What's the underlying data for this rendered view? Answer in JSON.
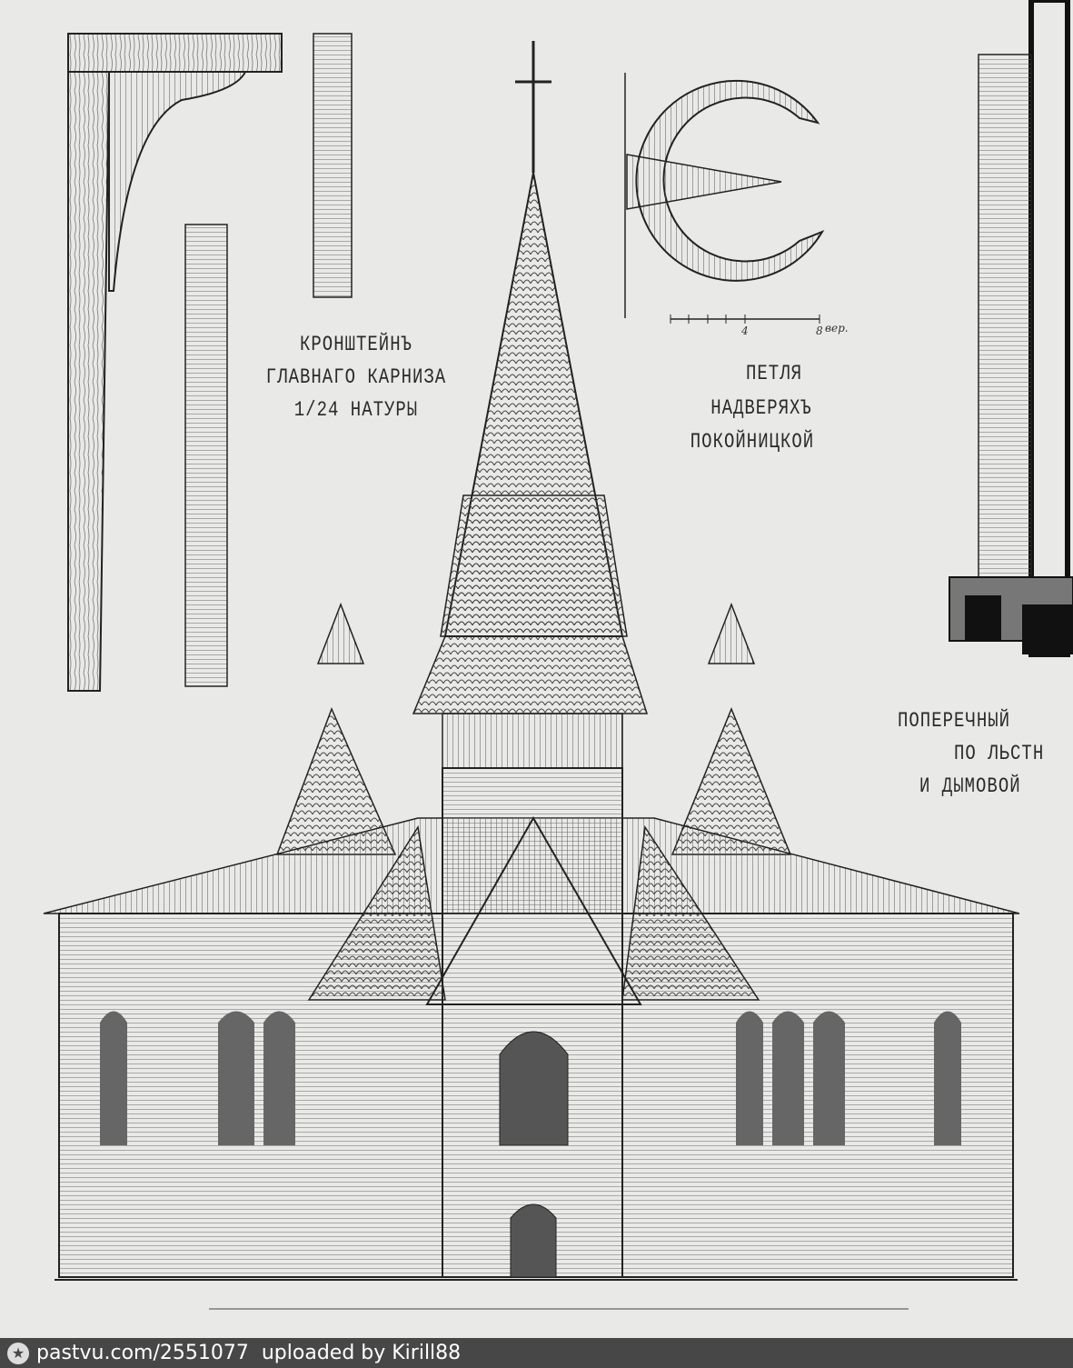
{
  "labels": {
    "bracket": [
      "КРОНШТЕЙНЪ",
      "ГЛАВНАГО КАРНИЗА",
      "1/24 НАТУРЫ"
    ],
    "hinge": [
      "ПЕТЛЯ",
      "НАДВЕРЯХЪ",
      "ПОКОЙНИЦКОЙ"
    ],
    "section": [
      "ПОПЕРЕЧНЫЙ",
      "ПО ЛЬСТН",
      "И ДЫМОВОЙ"
    ]
  },
  "scale_bar": {
    "mid": "4",
    "end": "8",
    "unit": "вер."
  },
  "footer": {
    "icon": "star-icon",
    "text": "pastvu.com/2551077  uploaded by Kirill88"
  }
}
